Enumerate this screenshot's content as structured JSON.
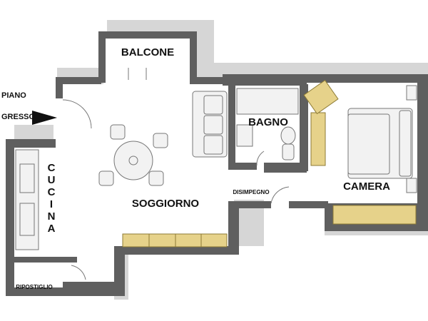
{
  "labels": {
    "balcone": "BALCONE",
    "bagno": "BAGNO",
    "camera": "CAMERA",
    "soggiorno": "SOGGIORNO",
    "disimpegno": "DISIMPEGNO",
    "ripostiglio": "RIPOSTIGLIO",
    "piano": "PIANO",
    "ingresso": "GRESSO",
    "cucina": [
      "C",
      "U",
      "C",
      "I",
      "N",
      "A"
    ]
  },
  "colors": {
    "wall": "#5f5f5f",
    "wall_shadow": "#d6d6d6",
    "floor": "#ffffff",
    "cabinet": "#e6d28a",
    "cabinet_stroke": "#8d7b35",
    "furniture": "#f2f2f2",
    "furniture_stroke": "#777777",
    "arrow": "#111111"
  }
}
